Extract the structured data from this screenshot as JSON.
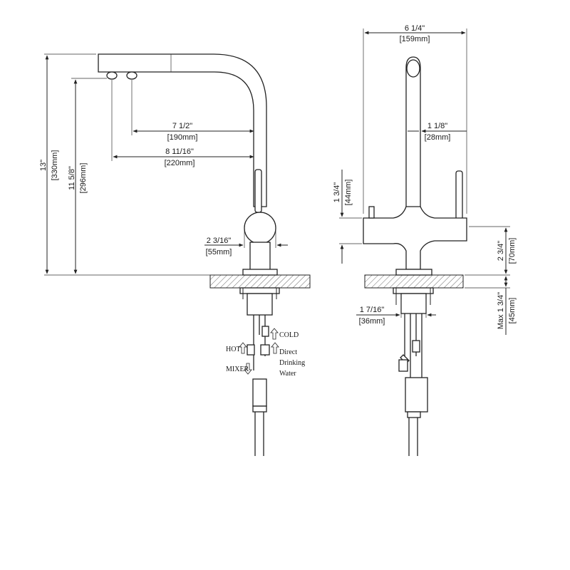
{
  "side_view": {
    "height_total": {
      "inch": "13\"",
      "mm": "[330mm]"
    },
    "height_spout": {
      "inch": "11 5/8\"",
      "mm": "[296mm]"
    },
    "reach_inner": {
      "inch": "7 1/2\"",
      "mm": "[190mm]"
    },
    "reach_outer": {
      "inch": "8 11/16\"",
      "mm": "[220mm]"
    },
    "body_diameter": {
      "inch": "2 3/16\"",
      "mm": "[55mm]"
    },
    "hose_labels": {
      "cold": "COLD",
      "hot": "HOT",
      "direct_line1": "Direct",
      "direct_line2": "Drinking",
      "direct_line3": "Water",
      "mixer": "MIXER"
    }
  },
  "front_view": {
    "width_total": {
      "inch": "6 1/4\"",
      "mm": "[159mm]"
    },
    "tube_width": {
      "inch": "1 1/8\"",
      "mm": "[28mm]"
    },
    "lever_height": {
      "inch": "1 3/4\"",
      "mm": "[44mm]"
    },
    "base_height": {
      "inch": "2 3/4\"",
      "mm": "[70mm]"
    },
    "shank_diameter": {
      "inch": "1 7/16\"",
      "mm": "[36mm]"
    },
    "max_deck": {
      "inch": "Max 1 3/4\"",
      "mm": "[45mm]"
    }
  }
}
